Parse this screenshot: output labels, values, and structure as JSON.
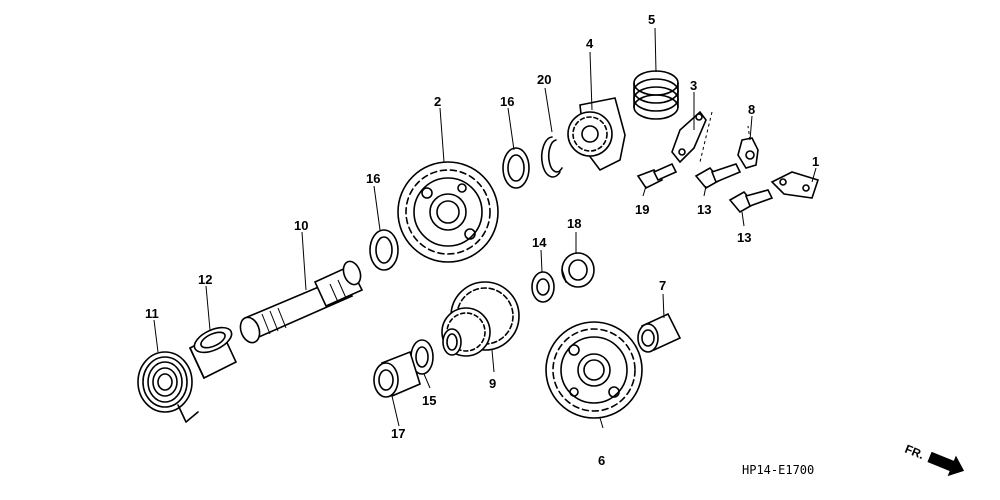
{
  "diagram_code": "HP14-E1700",
  "front_label": "FR.",
  "labels": {
    "p1": "1",
    "p2": "2",
    "p3": "3",
    "p4": "4",
    "p5": "5",
    "p6": "6",
    "p7": "7",
    "p8": "8",
    "p9": "9",
    "p10": "10",
    "p11": "11",
    "p12": "12",
    "p13a": "13",
    "p13b": "13",
    "p14": "14",
    "p15": "15",
    "p16a": "16",
    "p16b": "16",
    "p17": "17",
    "p18": "18",
    "p19": "19",
    "p20": "20"
  }
}
